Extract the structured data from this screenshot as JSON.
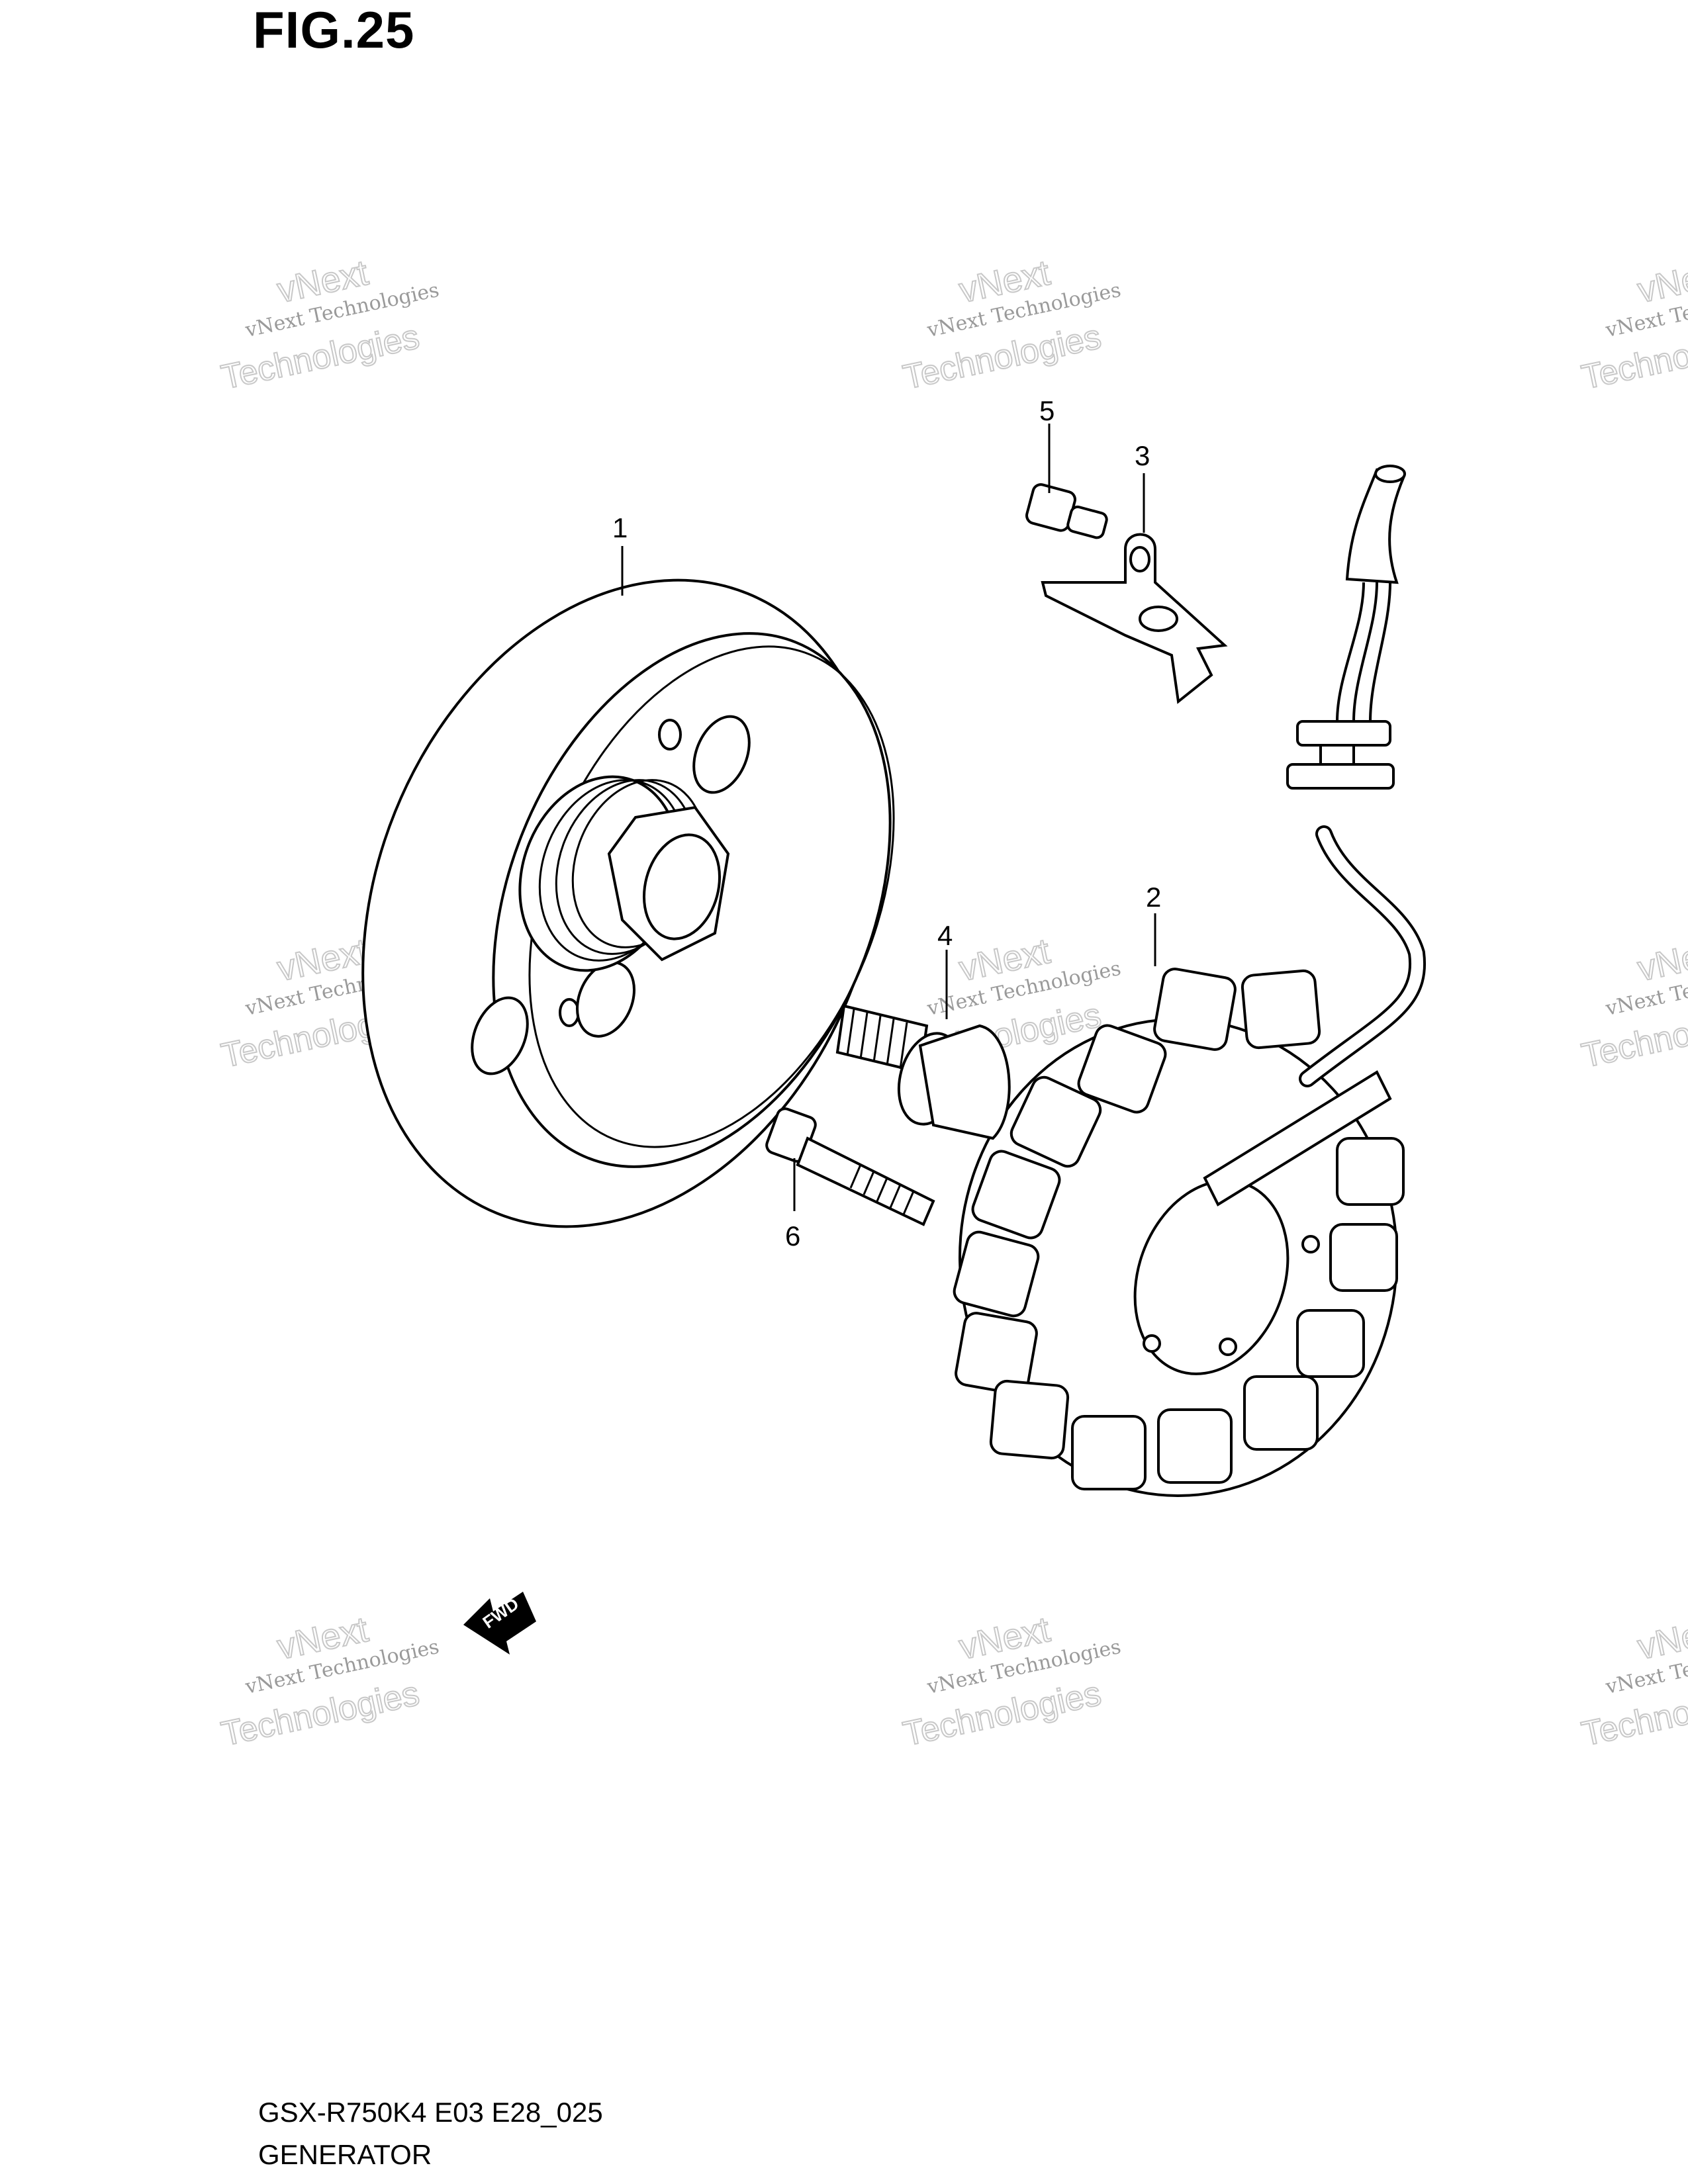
{
  "figure": {
    "title": "FIG.25",
    "code": "GSX-R750K4 E03 E28_025",
    "name": "GENERATOR"
  },
  "callouts": [
    "1",
    "2",
    "3",
    "4",
    "5",
    "6"
  ],
  "watermark": {
    "line1": "vNext Technologies",
    "line2": "vNext",
    "line3": "Technologies"
  },
  "fwd_label": "FWD"
}
